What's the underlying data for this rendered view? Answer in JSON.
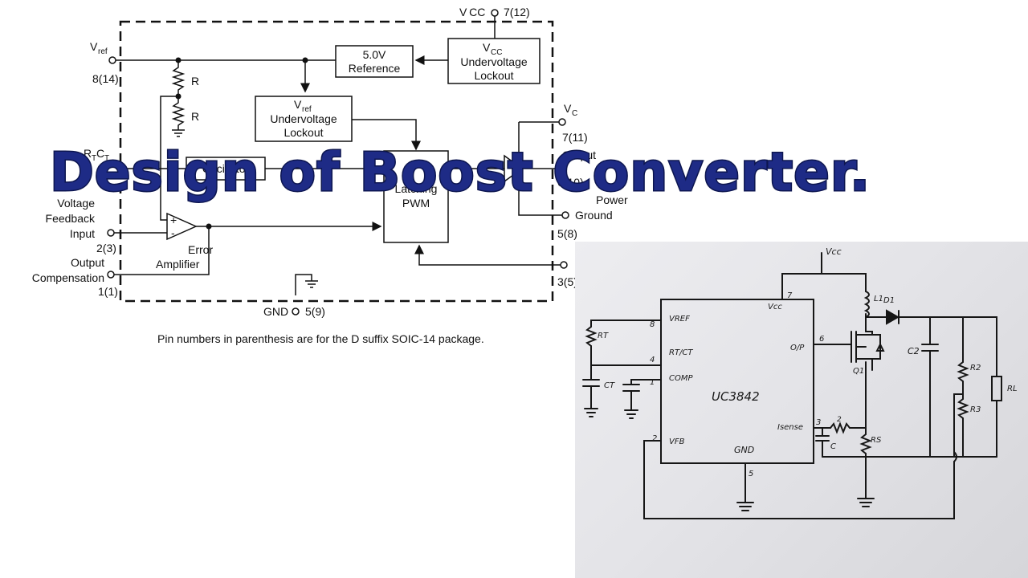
{
  "block_diagram": {
    "vcc_pin": "V CC",
    "vcc_pin_num": "7(12)",
    "vref": "V",
    "vref_sub": "ref",
    "vref_pin": "8(14)",
    "r_label_1": "R",
    "r_label_2": "R",
    "reference_box": [
      "5.0V",
      "Reference"
    ],
    "vcc_uvlo_box": [
      "V",
      "CC",
      "Undervoltage",
      "Lockout"
    ],
    "vref_uvlo_box": [
      "V",
      "ref",
      "Undervoltage",
      "Lockout"
    ],
    "rtct": "R",
    "rtct_sub1": "T",
    "rtct_c": "C",
    "rtct_sub2": "T",
    "oscillator": "Oscillator",
    "latching_pwm": [
      "Latching",
      "PWM"
    ],
    "vc": "V",
    "vc_sub": "C",
    "vc_pin": "7(11)",
    "output": "Output",
    "output_pin": "6(10)",
    "power_ground": [
      "Power",
      "Ground"
    ],
    "power_ground_pin": "5(8)",
    "voltage_feedback": [
      "Voltage",
      "Feedback",
      "Input"
    ],
    "vfb_pin": "2(3)",
    "error_amp": [
      "Error",
      "Amplifier"
    ],
    "output_comp": [
      "Output",
      "Compensation"
    ],
    "comp_pin": "1(1)",
    "isense_pin": "3(5)",
    "gnd": "GND",
    "gnd_pin": "5(9)",
    "plus": "+",
    "minus": "-",
    "footnote": "Pin numbers in parenthesis are for the D suffix SOIC-14 package."
  },
  "overlay": {
    "title": "Design of Boost Converter."
  },
  "schematic": {
    "vcc": "Vcc",
    "ic_name": "UC3842",
    "vref": "VREF",
    "rtct": "RT/CT",
    "comp": "COMP",
    "vfb": "VFB",
    "vcc_pin": "Vcc",
    "op": "O/P",
    "isense": "Isense",
    "gnd": "GND",
    "pin8": "8",
    "pin4": "4",
    "pin1": "1",
    "pin2": "2",
    "pin7": "7",
    "pin6": "6",
    "pin3": "3",
    "pin5": "5",
    "rt": "RT",
    "ct": "CT",
    "l1": "L1",
    "d1": "D1",
    "q1": "Q1",
    "c2": "C2",
    "r2": "R2",
    "r3": "R3",
    "rl": "RL",
    "rs": "RS",
    "c": "C",
    "r_small": "2"
  },
  "colors": {
    "title_fill": "#1e2b86",
    "line": "#111111",
    "paper": "#e6e6ea"
  }
}
